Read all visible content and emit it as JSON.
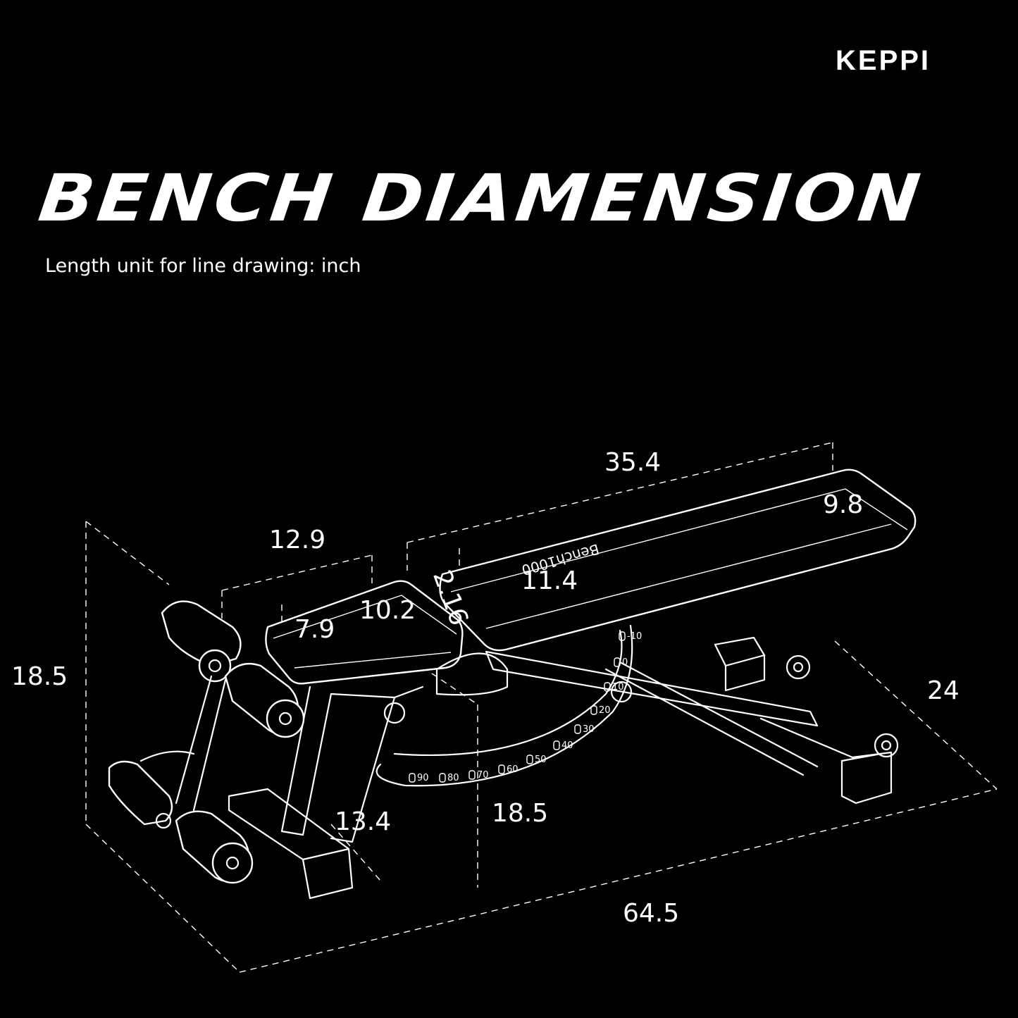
{
  "brand": "KEPPI",
  "title": "BENCH DIAMENSION",
  "subtitle": "Length unit for line drawing: inch",
  "drawing": {
    "bench_label": "Bench1000",
    "dimensions": {
      "back_pad_length": "35.4",
      "back_pad_width": "9.8",
      "back_pad_height": "11.4",
      "seat_length": "12.9",
      "seat_width_small": "7.9",
      "seat_width_large": "10.2",
      "gap": "2.16",
      "total_height": "18.5",
      "rear_height": "18.5",
      "width": "24",
      "front_base": "13.4",
      "total_length": "64.5"
    },
    "angle_scale": [
      "-10",
      "0",
      "10",
      "20",
      "30",
      "40",
      "50",
      "60",
      "70",
      "80",
      "90"
    ]
  }
}
